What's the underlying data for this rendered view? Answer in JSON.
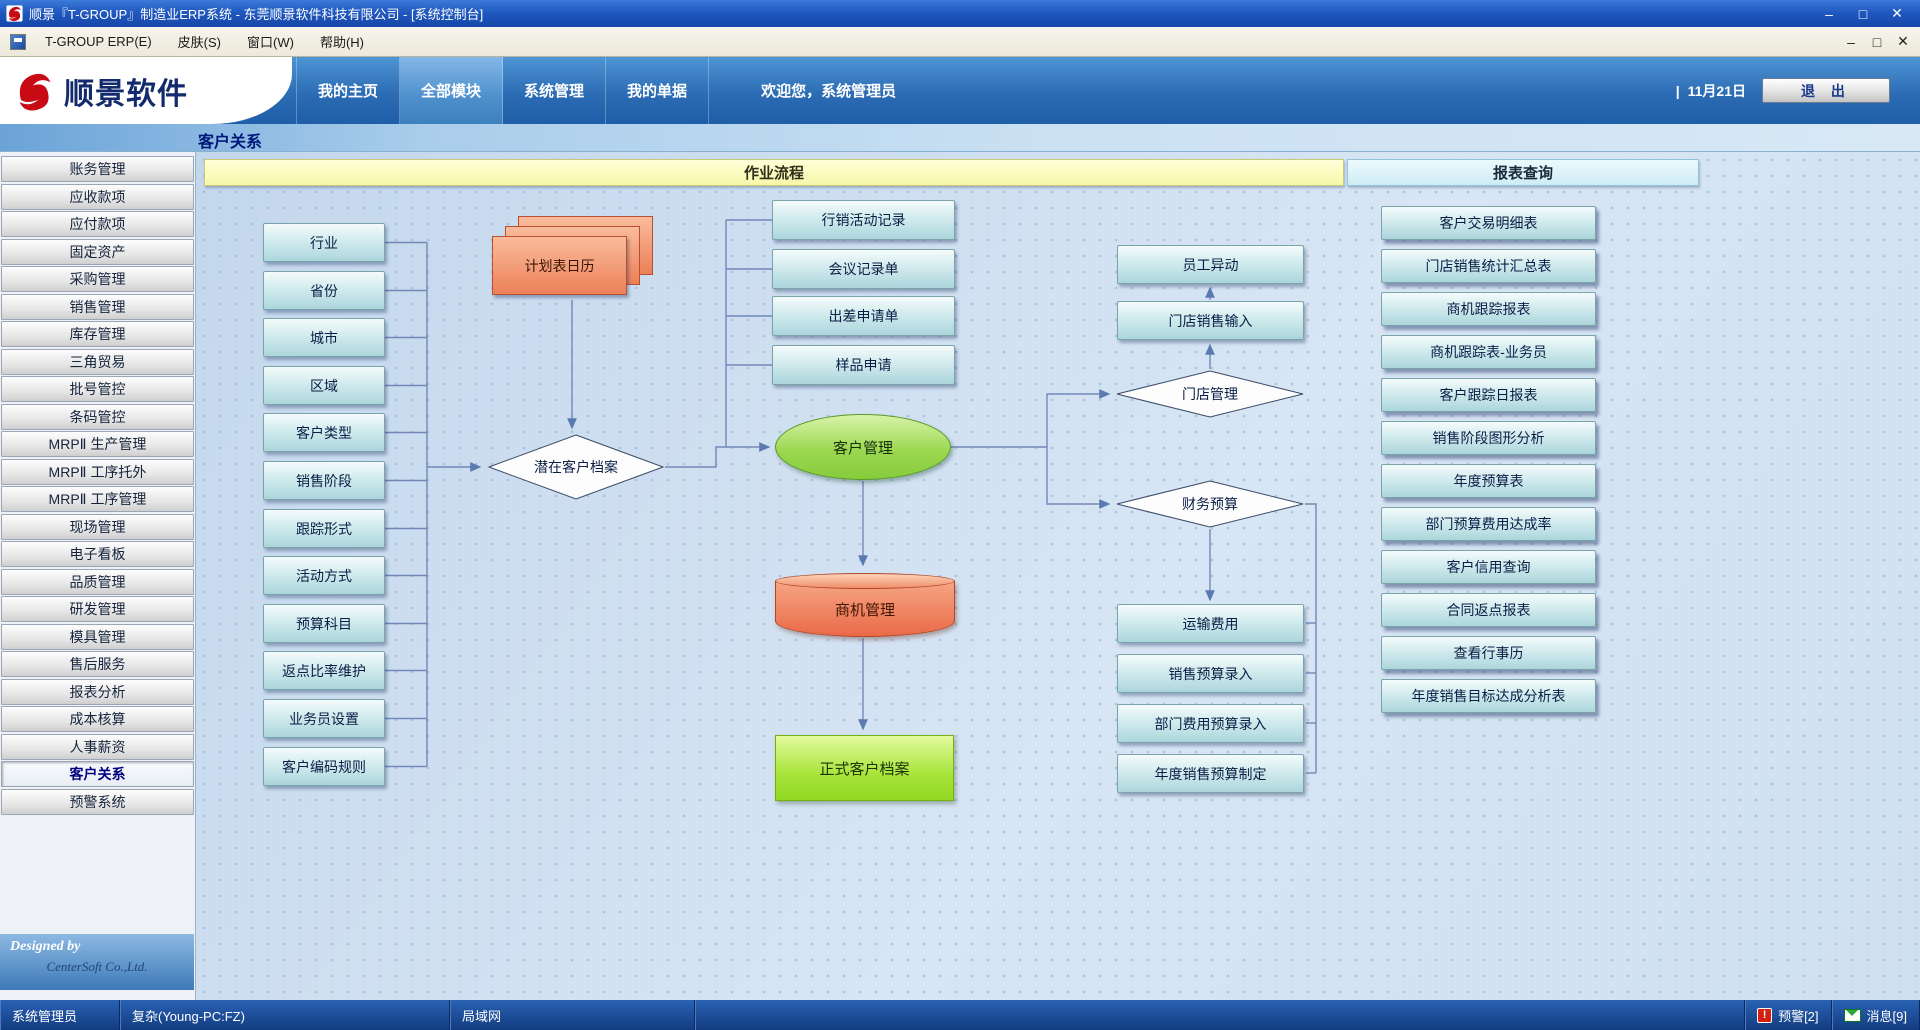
{
  "titlebar": {
    "title": "顺景『T-GROUP』制造业ERP系统 - 东莞顺景软件科技有限公司 - [系统控制台]",
    "minimize": "–",
    "maximize": "□",
    "close": "✕"
  },
  "menubar": {
    "items": [
      "T-GROUP ERP(E)",
      "皮肤(S)",
      "窗口(W)",
      "帮助(H)"
    ],
    "minimize": "–",
    "restore": "□",
    "close": "✕"
  },
  "header": {
    "logo": "顺景软件",
    "tabs": [
      "我的主页",
      "全部模块",
      "系统管理",
      "我的单据"
    ],
    "active_tab": "全部模块",
    "welcome": "欢迎您，系统管理员",
    "date_sep": "|",
    "date": "11月21日",
    "exit": "退 出"
  },
  "subheader": {
    "title": "客户关系"
  },
  "sidebar": {
    "items": [
      "账务管理",
      "应收款项",
      "应付款项",
      "固定资产",
      "采购管理",
      "销售管理",
      "库存管理",
      "三角贸易",
      "批号管控",
      "条码管控",
      "MRPⅡ 生产管理",
      "MRPⅡ 工序托外",
      "MRPⅡ 工序管理",
      "现场管理",
      "电子看板",
      "品质管理",
      "研发管理",
      "模具管理",
      "售后服务",
      "报表分析",
      "成本核算",
      "人事薪资",
      "客户关系",
      "预警系统"
    ],
    "active": "客户关系",
    "designed_by": "Designed by",
    "company": "CenterSoft Co.,Ltd."
  },
  "flow": {
    "process_header": "作业流程",
    "reports_header": "报表查询",
    "left_buttons": [
      "行业",
      "省份",
      "城市",
      "区域",
      "客户类型",
      "销售阶段",
      "跟踪形式",
      "活动方式",
      "预算科目",
      "返点比率维护",
      "业务员设置",
      "客户编码规则"
    ],
    "calendar": "计划表日历",
    "potential_diamond": "潜在客户档案",
    "mid_buttons": [
      "行销活动记录",
      "会议记录单",
      "出差申请单",
      "样品申请"
    ],
    "customer_ellipse": "客户管理",
    "opportunity_cylinder": "商机管理",
    "formal_customer": "正式客户档案",
    "staff_button": "员工异动",
    "store_input_button": "门店销售输入",
    "store_diamond": "门店管理",
    "finance_diamond": "财务预算",
    "budget_buttons": [
      "运输费用",
      "销售预算录入",
      "部门费用预算录入",
      "年度销售预算制定"
    ],
    "report_buttons": [
      "客户交易明细表",
      "门店销售统计汇总表",
      "商机跟踪报表",
      "商机跟踪表-业务员",
      "客户跟踪日报表",
      "销售阶段图形分析",
      "年度预算表",
      "部门预算费用达成率",
      "客户信用查询",
      "合同返点报表",
      "查看行事历",
      "年度销售目标达成分析表"
    ]
  },
  "statusbar": {
    "user": "系统管理员",
    "host": "复杂(Young-PC:FZ)",
    "network": "局域网",
    "alert": "预警[2]",
    "alert_glyph": "!",
    "message": "消息[9]"
  }
}
